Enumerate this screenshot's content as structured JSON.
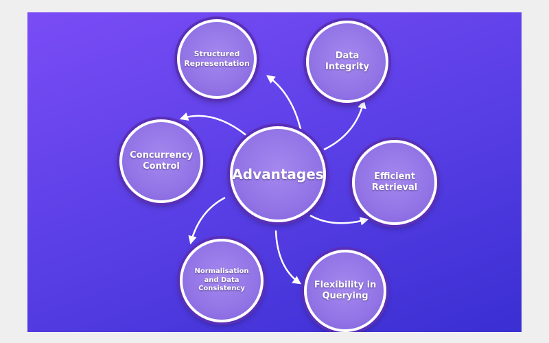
{
  "diagram": {
    "center": {
      "label": "Advantages"
    },
    "nodes": [
      {
        "id": "structured-representation",
        "label": "Structured Representation"
      },
      {
        "id": "data-integrity",
        "label": "Data Integrity"
      },
      {
        "id": "concurrency-control",
        "label": "Concurrency Control"
      },
      {
        "id": "efficient-retrieval",
        "label": "Efficient Retrieval"
      },
      {
        "id": "normalisation-data-consistency",
        "label": "Normalisation and Data Consistency"
      },
      {
        "id": "flexibility-querying",
        "label": "Flexibility in Querying"
      }
    ],
    "colors": {
      "background_top": "#7a4cf6",
      "background_bottom": "#3a2fd2",
      "node_fill": "#9274e6",
      "node_border": "#ffffff",
      "node_outer_ring": "#5a2fb8",
      "arrow": "#ffffff",
      "frame": "#efefef"
    }
  }
}
